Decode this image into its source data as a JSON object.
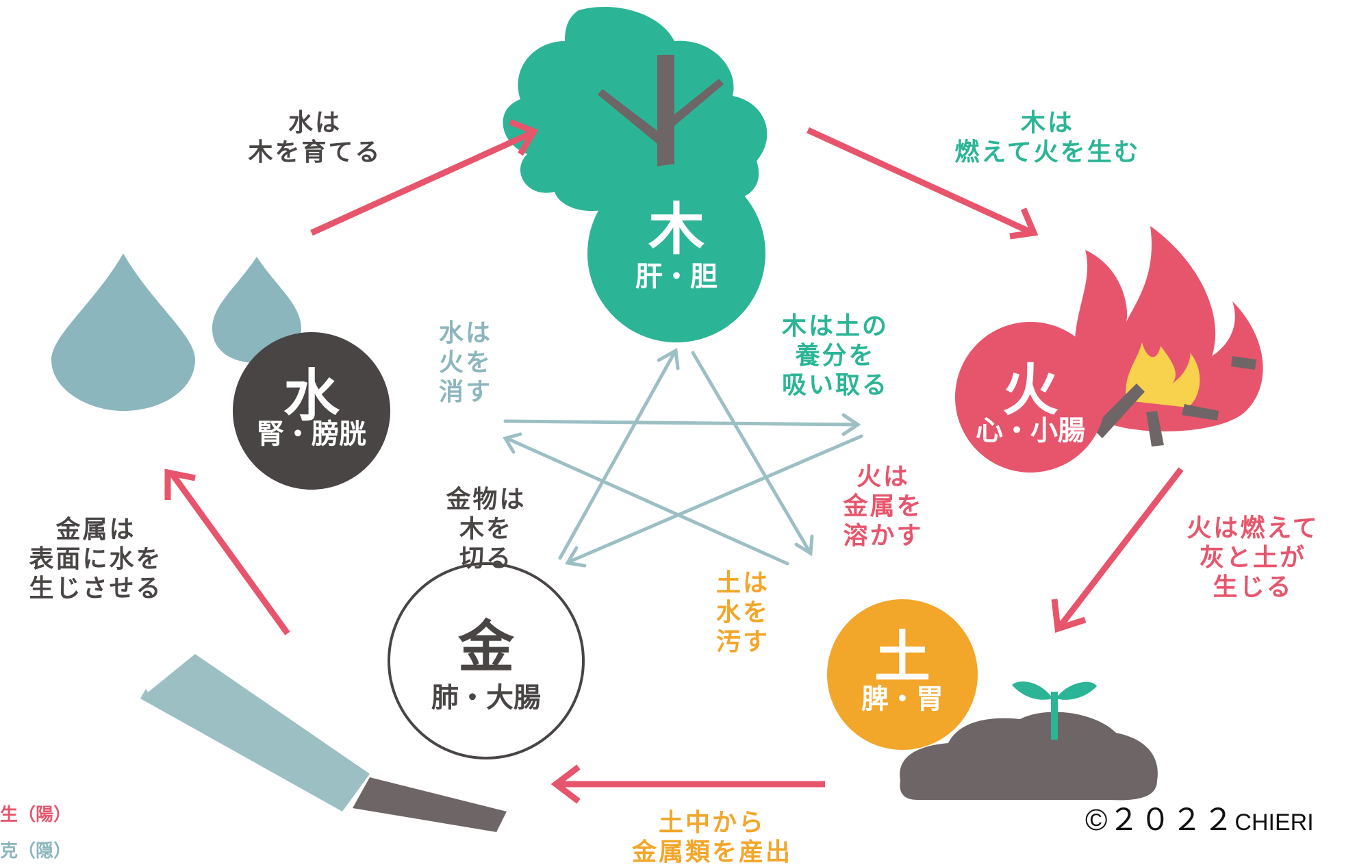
{
  "elements": {
    "wood": {
      "char": "木",
      "organs": "肝・胆",
      "color": "#2bb596",
      "icon": "tree-icon"
    },
    "fire": {
      "char": "火",
      "organs": "心・小腸",
      "color": "#e7556c",
      "icon": "fire-icon"
    },
    "earth": {
      "char": "土",
      "organs": "脾・胃",
      "color": "#f2a62a",
      "icon": "sprout-soil-icon"
    },
    "metal": {
      "char": "金",
      "organs": "肺・大腸",
      "color": "#ffffff",
      "icon": "saw-icon"
    },
    "water": {
      "char": "水",
      "organs": "腎・膀胱",
      "color": "#4a4545",
      "icon": "water-drops-icon"
    }
  },
  "generating": {
    "color": "#e7556c",
    "water_to_wood": [
      "水は",
      "木を育てる"
    ],
    "wood_to_fire": [
      "木は",
      "燃えて火を生む"
    ],
    "fire_to_earth": [
      "火は燃えて",
      "灰と土が",
      "生じる"
    ],
    "earth_to_metal": [
      "土中から",
      "金属類を産出"
    ],
    "metal_to_water": [
      "金属は",
      "表面に水を",
      "生じさせる"
    ]
  },
  "controlling": {
    "color": "#8cb6bd",
    "water_over_fire": [
      "水は",
      "火を",
      "消す"
    ],
    "wood_over_earth": [
      "木は土の",
      "養分を",
      "吸い取る"
    ],
    "fire_over_metal": [
      "火は",
      "金属を",
      "溶かす"
    ],
    "earth_over_water": [
      "土は",
      "水を",
      "汚す"
    ],
    "metal_over_wood": [
      "金物は",
      "木を",
      "切る"
    ]
  },
  "legend": {
    "sheng": "相生（陽）",
    "ke": "相克（隠）"
  },
  "copyright": {
    "symbol": "©",
    "year": "２０２２",
    "author": "CHIERI"
  }
}
